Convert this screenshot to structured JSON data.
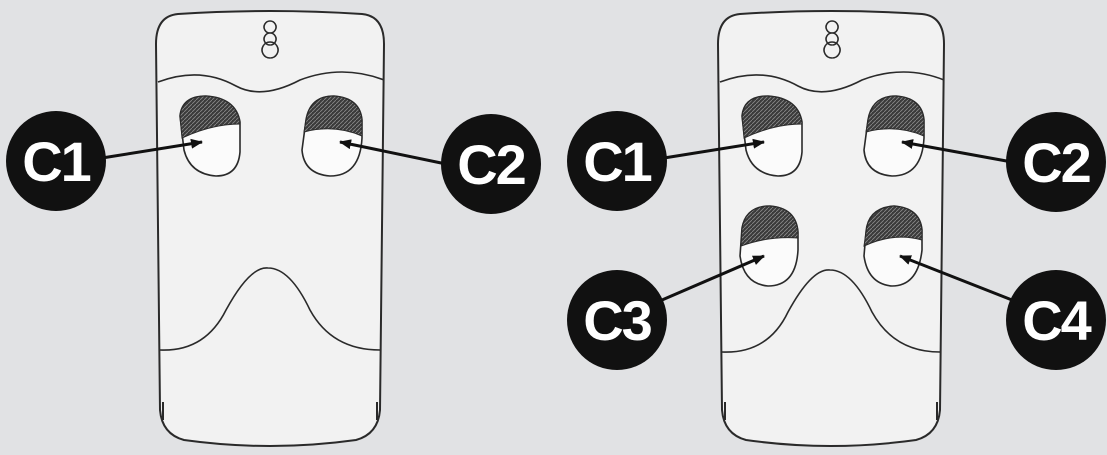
{
  "colors": {
    "background": "#e1e2e4",
    "remote_body": "#f2f2f2",
    "outline": "#2a2a2a",
    "callout_fill": "#111111",
    "callout_text": "#ffffff"
  },
  "remotes": [
    {
      "name": "two-button-remote",
      "buttons": [
        {
          "id": "C1",
          "label": "C1"
        },
        {
          "id": "C2",
          "label": "C2"
        }
      ]
    },
    {
      "name": "four-button-remote",
      "buttons": [
        {
          "id": "C1",
          "label": "C1"
        },
        {
          "id": "C2",
          "label": "C2"
        },
        {
          "id": "C3",
          "label": "C3"
        },
        {
          "id": "C4",
          "label": "C4"
        }
      ]
    }
  ]
}
